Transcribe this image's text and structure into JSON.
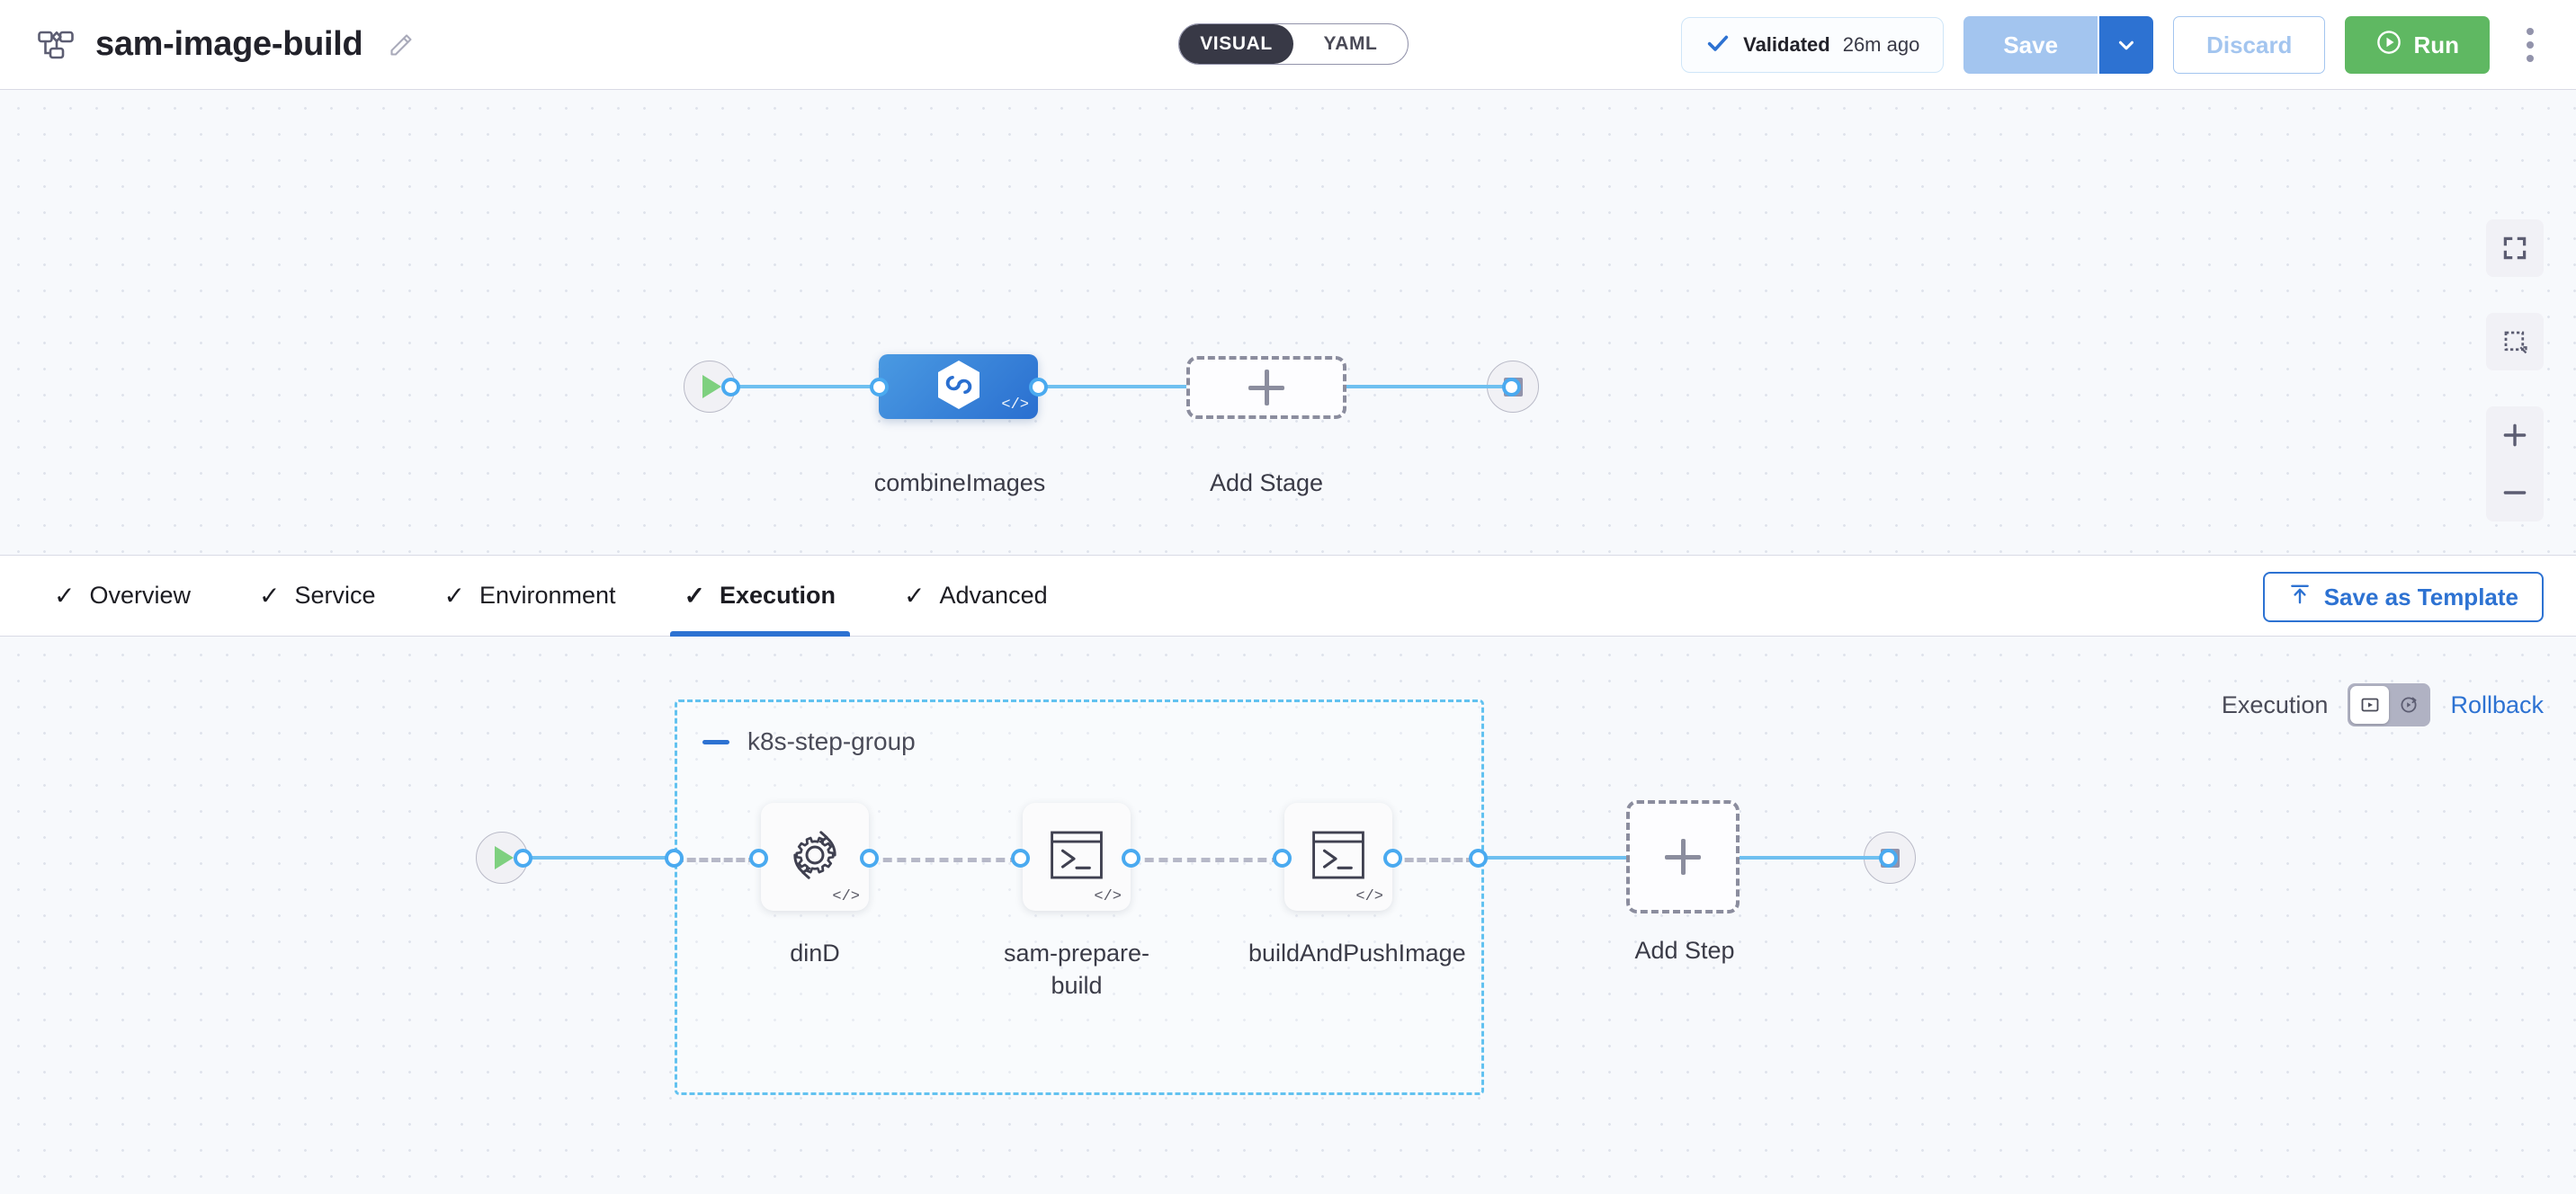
{
  "header": {
    "pipeline_icon": "pipeline-nodes-icon",
    "title": "sam-image-build",
    "edit_icon": "pencil-icon",
    "mode_toggle": {
      "visual": "VISUAL",
      "yaml": "YAML",
      "selected": "VISUAL"
    },
    "validated": {
      "icon": "check-icon",
      "label": "Validated",
      "time": "26m ago"
    },
    "save": {
      "label": "Save",
      "caret_icon": "chevron-down-icon"
    },
    "discard": {
      "label": "Discard"
    },
    "run": {
      "label": "Run",
      "icon": "play-circle-icon"
    },
    "more_menu_icon": "kebab-vertical-icon"
  },
  "stage_canvas": {
    "start_node": {
      "icon": "play-icon",
      "name": "pipeline-start"
    },
    "end_node": {
      "icon": "stop-icon",
      "name": "pipeline-end"
    },
    "stages": [
      {
        "label": "combineImages",
        "icon": "harness-hexagon-icon",
        "code_badge": "</>"
      }
    ],
    "add_stage": {
      "label": "Add Stage",
      "icon": "plus-icon"
    },
    "controls": [
      {
        "name": "fit-to-screen-icon"
      },
      {
        "name": "selection-marquee-icon"
      },
      {
        "name": "zoom-in-icon"
      },
      {
        "name": "zoom-out-icon"
      }
    ]
  },
  "tabs": {
    "items": [
      {
        "label": "Overview",
        "check": "✓",
        "active": false
      },
      {
        "label": "Service",
        "check": "✓",
        "active": false
      },
      {
        "label": "Environment",
        "check": "✓",
        "active": false
      },
      {
        "label": "Execution",
        "check": "✓",
        "active": true
      },
      {
        "label": "Advanced",
        "check": "✓",
        "active": false
      }
    ],
    "save_as_template": {
      "label": "Save as Template",
      "icon": "template-upload-icon"
    }
  },
  "step_canvas": {
    "start_node": {
      "icon": "play-icon"
    },
    "end_node": {
      "icon": "stop-icon"
    },
    "group": {
      "title": "k8s-step-group",
      "collapse_icon": "minus-icon",
      "steps": [
        {
          "label": "dinD",
          "icon": "gear-rotate-icon",
          "code_badge": "</>"
        },
        {
          "label": "sam-prepare-build",
          "icon": "terminal-icon",
          "code_badge": "</>"
        },
        {
          "label": "buildAndPushImage",
          "icon": "terminal-icon",
          "code_badge": "</>"
        }
      ]
    },
    "add_step": {
      "label": "Add Step",
      "icon": "plus-icon"
    },
    "exec_switch": {
      "execution_label": "Execution",
      "rollback_label": "Rollback",
      "selected": "Execution",
      "execution_icon": "play-box-icon",
      "rollback_icon": "rollback-icon"
    }
  },
  "colors": {
    "accent_blue": "#2d72d2",
    "edge_blue": "#6fc0f0",
    "run_green": "#5fb862",
    "group_border": "#62c2f0",
    "canvas_bg": "#f7f9fc"
  }
}
